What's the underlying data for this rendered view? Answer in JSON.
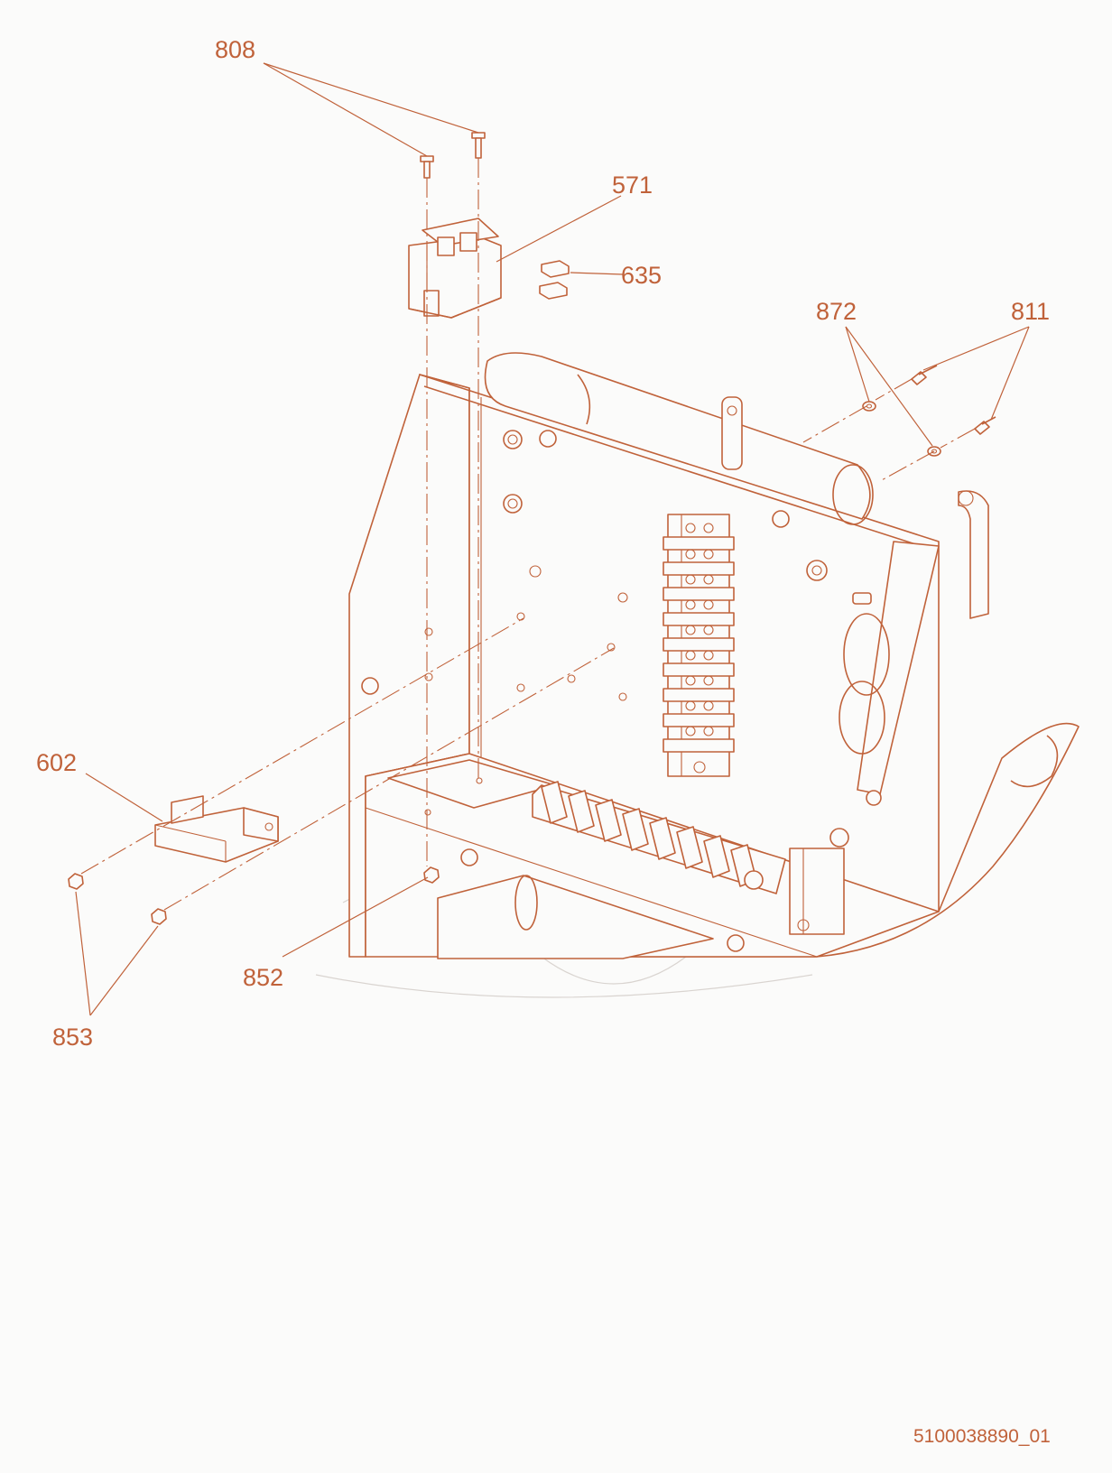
{
  "labels": {
    "l808": "808",
    "l571": "571",
    "l635": "635",
    "l872": "872",
    "l811": "811",
    "l602": "602",
    "l852": "852",
    "l853": "853"
  },
  "document_code": "5100038890_01",
  "colors": {
    "line": "#c0623a",
    "background": "#fbfbfa"
  }
}
